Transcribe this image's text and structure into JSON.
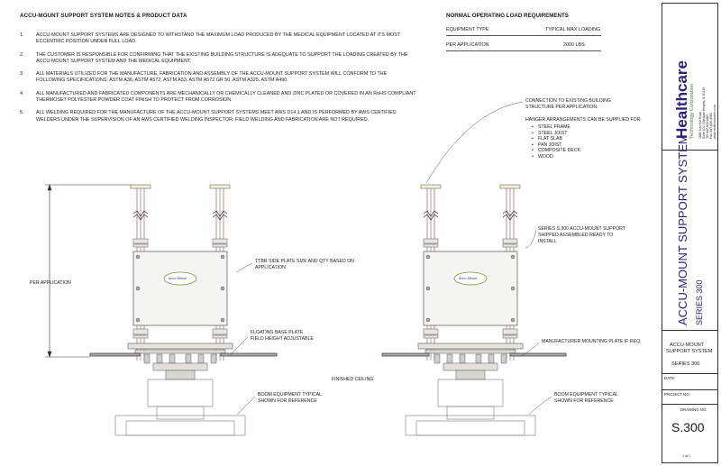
{
  "notes": {
    "title": "ACCU-MOUNT SUPPORT SYSTEM NOTES & PRODUCT DATA",
    "items": [
      {
        "num": "1.",
        "text": "ACCU-MOUNT SUPPORT SYSTEMS ARE DESIGNED TO WITHSTAND THE MAXIMUM LOAD PRODUCED BY THE MEDICAL EQUIPMENT LOCATED AT ITS MOST ECCENTRIC POSITION UNDER FULL LOAD."
      },
      {
        "num": "2.",
        "text": "THE CUSTOMER IS RESPONSIBLE FOR CONFIRMING THAT THE EXISTING BUILDING STRUCTURE IS ADEQUATE TO SUPPORT THE LOADING CREATED BY THE ACCU-MOUNT SUPPORT SYSTEM AND THE MEDICAL EQUIPMENT."
      },
      {
        "num": "3.",
        "text": "ALL MATERIALS UTILIZED FOR THE MANUFACTURE, FABRICATION AND ASSEMBLY OF THE ACCU-MOUNT SUPPORT SYSTEM WILL CONFORM TO THE FOLLOWING SPECIFICATIONS: ASTM A36, ASTM A572, ASTM A53, ASTM A572 GR 50, ASTM A325, ASTM A490."
      },
      {
        "num": "4.",
        "text": "ALL MANUFACTURED AND FABRICATED COMPONENTS ARE MECHANICALLY OR CHEMICALLY CLEANED AND ZINC PLATED OR COVERED IN AN RoHS COMPLIANT THERMOSET POLYESTER POWDER COAT FINISH TO PROTECT FROM CORROSION."
      },
      {
        "num": "5.",
        "text": "ALL WELDING REQUIRED FOR THE MANUFACTURE OF THE ACCU-MOUNT SUPPORT SYSTEMS MEET AWS D14.1 AND IS PERFORMED BY AWS CERTIFIED WELDERS UNDER THE SUPERVISION OF AN AWS CERTIFIED WELDING INSPECTOR. FIELD WELDING AND FABRICATION ARE NOT REQUIRED."
      }
    ]
  },
  "load": {
    "title": "NORMAL OPERATING LOAD REQUIREMENTS",
    "col1": "EQUIPMENT TYPE",
    "col2": "TYPICAL MAX LOADING",
    "row_label": "PER APPLICATION",
    "row_value": "2000 LBS."
  },
  "left_view": {
    "dimension_label": "PER APPLICATION",
    "side_plate": "TTBR SIDE PLATE SIZE AND QTY BASED ON APPLICATION",
    "base_plate_1": "FLOATING BASE PLATE",
    "base_plate_2": "FIELD HEIGHT ADJUSTABLE",
    "boom_1": "BOOM EQUIPMENT TYPICAL",
    "boom_2": "SHOWN FOR REFERENCE",
    "logo": "Accu-Mount"
  },
  "finished_ceiling": "FINISHED CEILING",
  "right_view": {
    "connection_1": "CONNECTION TO EXISTING BUILDING",
    "connection_2": "STRUCTURE PER APPLICATION.",
    "hanger_intro_1": "HANGER ARRANGEMENTS CAN BE SUPPLIED FOR:",
    "hanger_items": [
      "STEEL FRAME",
      "STEEL JOIST",
      "FLAT SLAB",
      "PAN JOIST",
      "COMPOSITE DECK",
      "WOOD"
    ],
    "series_1": "SERIES S.300 ACCU-MOUNT SUPPORT",
    "series_2": "SHIPPED ASSEMBLED READY TO",
    "series_3": "INSTALL",
    "mfr_plate": "MANUFACTURER MOUNTING PLATE IF REQ.",
    "boom_1": "BOOM EQUIPMENT TYPICAL",
    "boom_2": "SHOWN FOR REFERENCE",
    "logo": "Accu-Mount"
  },
  "title_block": {
    "company_1": "Healthcare",
    "company_2": "Technology Corporation",
    "address": [
      "1885 Tuth Hill Road",
      "Suite 100, Glendale Heights, IL 60139",
      "Tel: 847-639-4980",
      "Fax: 847-639-4983",
      "www.healthcaretech.com"
    ],
    "main_title": "ACCU-MOUNT SUPPORT SYSTEM",
    "main_series": "SERIES 300",
    "sub_title_1": "ACCU-MOUNT",
    "sub_title_2": "SUPPORT SYSTEM",
    "sub_series": "SERIES 300",
    "date_label": "DATE:",
    "project_label": "PROJECT NO:",
    "drawing_label": "DRAWING NO:",
    "drawing_no": "S.300",
    "page": "1 of 1",
    "accent": "#2a1f7c",
    "accent_green": "#3d8a3a"
  }
}
